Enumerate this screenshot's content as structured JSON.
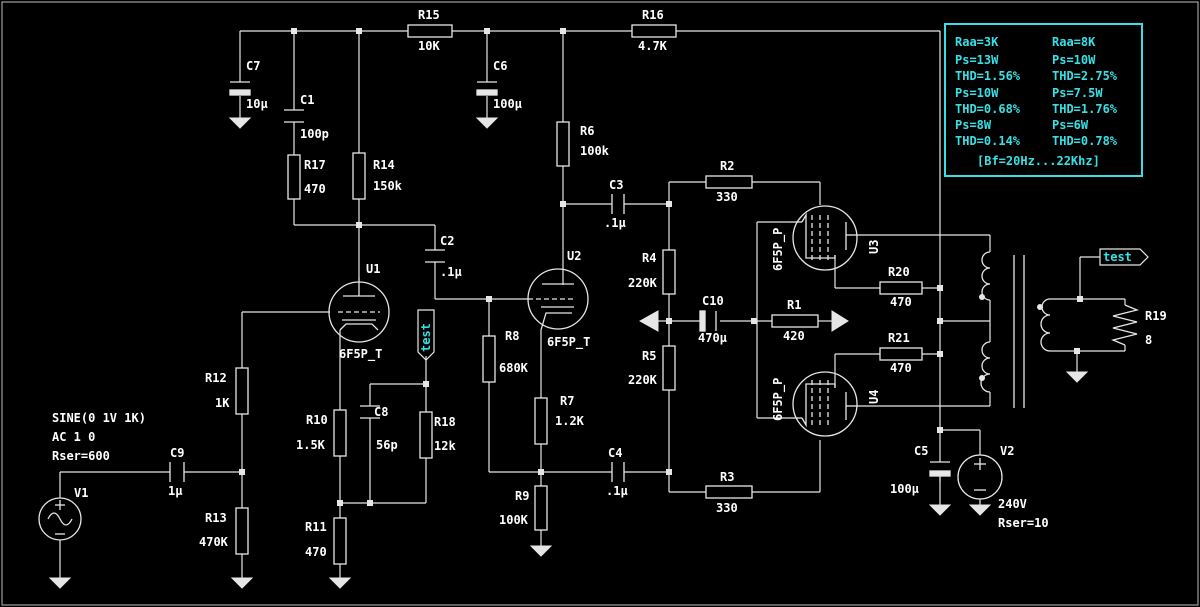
{
  "components": {
    "R15": {
      "ref": "R15",
      "value": "10K"
    },
    "R16": {
      "ref": "R16",
      "value": "4.7K"
    },
    "C7": {
      "ref": "C7",
      "value": "10µ"
    },
    "C1": {
      "ref": "C1",
      "value": "100p"
    },
    "C6": {
      "ref": "C6",
      "value": "100µ"
    },
    "R17": {
      "ref": "R17",
      "value": "470"
    },
    "R14": {
      "ref": "R14",
      "value": "150k"
    },
    "R6": {
      "ref": "R6",
      "value": "100k"
    },
    "C3": {
      "ref": "C3",
      "value": ".1µ"
    },
    "R2": {
      "ref": "R2",
      "value": "330"
    },
    "C2": {
      "ref": "C2",
      "value": ".1µ"
    },
    "U1": {
      "ref": "U1",
      "value": "6F5P_T"
    },
    "U2": {
      "ref": "U2",
      "value": "6F5P_T"
    },
    "U3": {
      "ref": "U3",
      "value": "6F5P_P"
    },
    "U4": {
      "ref": "U4",
      "value": "6F5P_P"
    },
    "R4": {
      "ref": "R4",
      "value": "220K"
    },
    "R5": {
      "ref": "R5",
      "value": "220K"
    },
    "C10": {
      "ref": "C10",
      "value": "470µ"
    },
    "R1": {
      "ref": "R1",
      "value": "420"
    },
    "R20": {
      "ref": "R20",
      "value": "470"
    },
    "R21": {
      "ref": "R21",
      "value": "470"
    },
    "R19": {
      "ref": "R19",
      "value": "8"
    },
    "R8": {
      "ref": "R8",
      "value": "680K"
    },
    "R7": {
      "ref": "R7",
      "value": "1.2K"
    },
    "R9": {
      "ref": "R9",
      "value": "100K"
    },
    "C4": {
      "ref": "C4",
      "value": ".1µ"
    },
    "R3": {
      "ref": "R3",
      "value": "330"
    },
    "R12": {
      "ref": "R12",
      "value": "1K"
    },
    "R13": {
      "ref": "R13",
      "value": "470K"
    },
    "C9": {
      "ref": "C9",
      "value": "1µ"
    },
    "R10": {
      "ref": "R10",
      "value": "1.5K"
    },
    "C8": {
      "ref": "C8",
      "value": "56p"
    },
    "R18": {
      "ref": "R18",
      "value": "12k"
    },
    "R11": {
      "ref": "R11",
      "value": "470"
    },
    "C5": {
      "ref": "C5",
      "value": "100µ"
    },
    "V2": {
      "ref": "V2",
      "value": "240V",
      "extra": "Rser=10"
    },
    "V1": {
      "ref": "V1",
      "line1": "SINE(0 1V 1K)",
      "line2": "AC 1 0",
      "line3": "Rser=600"
    }
  },
  "probes": {
    "test_vertical": "test",
    "test_flag": "test"
  },
  "results": {
    "left": [
      "Raa=3K",
      "Ps=13W",
      "THD=1.56%",
      "Ps=10W",
      "THD=0.68%",
      "Ps=8W",
      "THD=0.14%"
    ],
    "right": [
      "Raa=8K",
      "Ps=10W",
      "THD=2.75%",
      "Ps=7.5W",
      "THD=1.76%",
      "Ps=6W",
      "THD=0.78%"
    ],
    "footer": "[Bf=20Hz...22Khz]"
  },
  "colors": {
    "wire": "#e6e6e6",
    "label": "#ffffff",
    "accent": "#37e0e6",
    "background": "#000000"
  }
}
